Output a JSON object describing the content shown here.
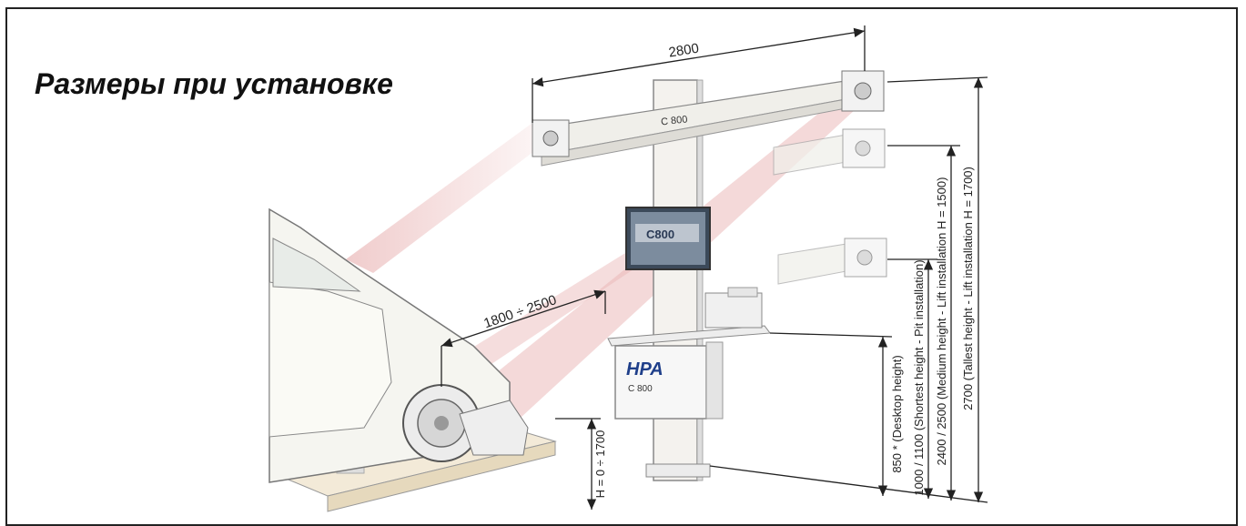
{
  "title": "Размеры при установке",
  "dimensions": {
    "beam_width": "2800",
    "distance": "1800 ÷ 2500",
    "lift_height": "H = 0 ÷ 1700",
    "desktop_height": "850 * (Desktop height)",
    "shortest_height": "1000 / 1100 (Shortest height - Pit installation)",
    "medium_height": "2400 / 2500 (Medium height - Lift installation H = 1500)",
    "tallest_height": "2700 (Tallest height - Lift installation H = 1700)"
  },
  "labels": {
    "column_model": "C 800",
    "monitor_model": "C800",
    "cabinet_brand": "HPA",
    "cabinet_model": "C 800"
  },
  "colors": {
    "beam_light": "#e9b4b4",
    "frame": "#222222"
  }
}
